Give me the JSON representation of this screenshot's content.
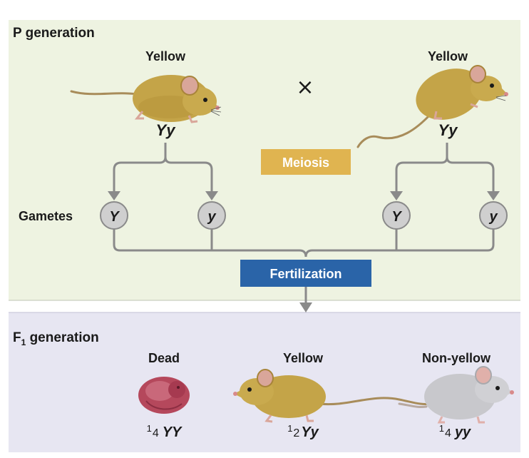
{
  "p_panel": {
    "heading": "P generation",
    "parent_left": {
      "label": "Yellow",
      "genotype": "Yy"
    },
    "parent_right": {
      "label": "Yellow",
      "genotype": "Yy"
    },
    "cross_symbol": "×",
    "meiosis_label": "Meiosis",
    "gametes_label": "Gametes",
    "gametes": [
      "Y",
      "y",
      "Y",
      "y"
    ],
    "fertilization_label": "Fertilization"
  },
  "f1_panel": {
    "heading_main": "F",
    "heading_sub": "1",
    "heading_rest": " generation",
    "offspring": [
      {
        "label": "Dead",
        "fraction_num": "1",
        "fraction_den": "4",
        "genotype": "YY"
      },
      {
        "label": "Yellow",
        "fraction_num": "1",
        "fraction_den": "2",
        "genotype": "Yy"
      },
      {
        "label": "Non-yellow",
        "fraction_num": "1",
        "fraction_den": "4",
        "genotype": "yy"
      }
    ]
  },
  "icons": {
    "mouse_yellow": "mouse-yellow-icon",
    "mouse_gray": "mouse-gray-icon",
    "embryo": "embryo-icon"
  },
  "colors": {
    "p_panel_bg": "#eef3e1",
    "f1_panel_bg": "#e7e6f2",
    "meiosis_box": "#e0b450",
    "fertilization_box": "#2a64a8",
    "connector": "#8a8a8a",
    "gamete_fill": "#cfcfcf",
    "yellow_mouse": "#c4a448",
    "gray_mouse": "#c8c8cc",
    "embryo": "#b5485c"
  }
}
